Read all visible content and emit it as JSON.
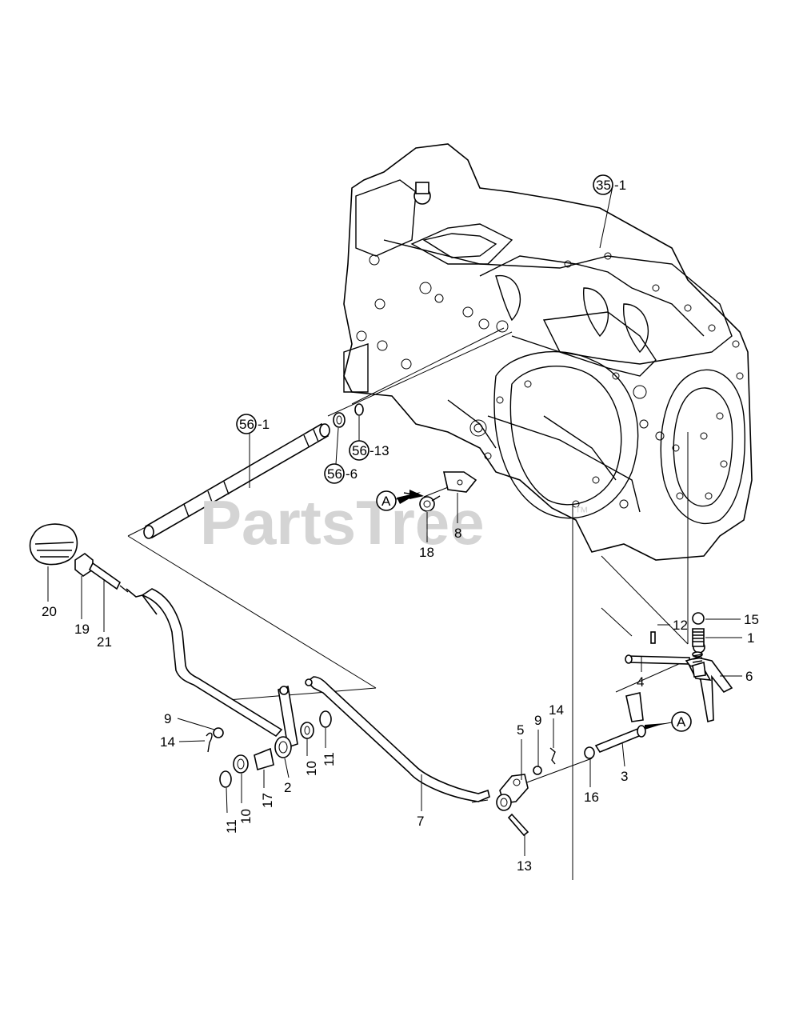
{
  "watermark": {
    "text": "PartsTree",
    "trademark": "™"
  },
  "callouts": [
    {
      "id": "35-1",
      "circle": "35",
      "suffix": "-1"
    },
    {
      "id": "56-1",
      "circle": "56",
      "suffix": "-1"
    },
    {
      "id": "56-13",
      "circle": "56",
      "suffix": "-13"
    },
    {
      "id": "56-6",
      "circle": "56",
      "suffix": "-6"
    },
    {
      "id": "A-left",
      "circle": "A",
      "suffix": ""
    },
    {
      "id": "A-right",
      "circle": "A",
      "suffix": ""
    }
  ],
  "part_labels": [
    {
      "id": "p8",
      "text": "8"
    },
    {
      "id": "p18",
      "text": "18"
    },
    {
      "id": "p20",
      "text": "20"
    },
    {
      "id": "p19",
      "text": "19"
    },
    {
      "id": "p21",
      "text": "21"
    },
    {
      "id": "p12",
      "text": "12"
    },
    {
      "id": "p15",
      "text": "15"
    },
    {
      "id": "p1",
      "text": "1"
    },
    {
      "id": "p4",
      "text": "4"
    },
    {
      "id": "p6",
      "text": "6"
    },
    {
      "id": "p9a",
      "text": "9"
    },
    {
      "id": "p14a",
      "text": "14"
    },
    {
      "id": "p2",
      "text": "2"
    },
    {
      "id": "p10a",
      "text": "10"
    },
    {
      "id": "p11a",
      "text": "11"
    },
    {
      "id": "p17",
      "text": "17"
    },
    {
      "id": "p10b",
      "text": "10"
    },
    {
      "id": "p11b",
      "text": "11"
    },
    {
      "id": "p7",
      "text": "7"
    },
    {
      "id": "p5",
      "text": "5"
    },
    {
      "id": "p9b",
      "text": "9"
    },
    {
      "id": "p14b",
      "text": "14"
    },
    {
      "id": "p13",
      "text": "13"
    },
    {
      "id": "p16",
      "text": "16"
    },
    {
      "id": "p3",
      "text": "3"
    }
  ]
}
